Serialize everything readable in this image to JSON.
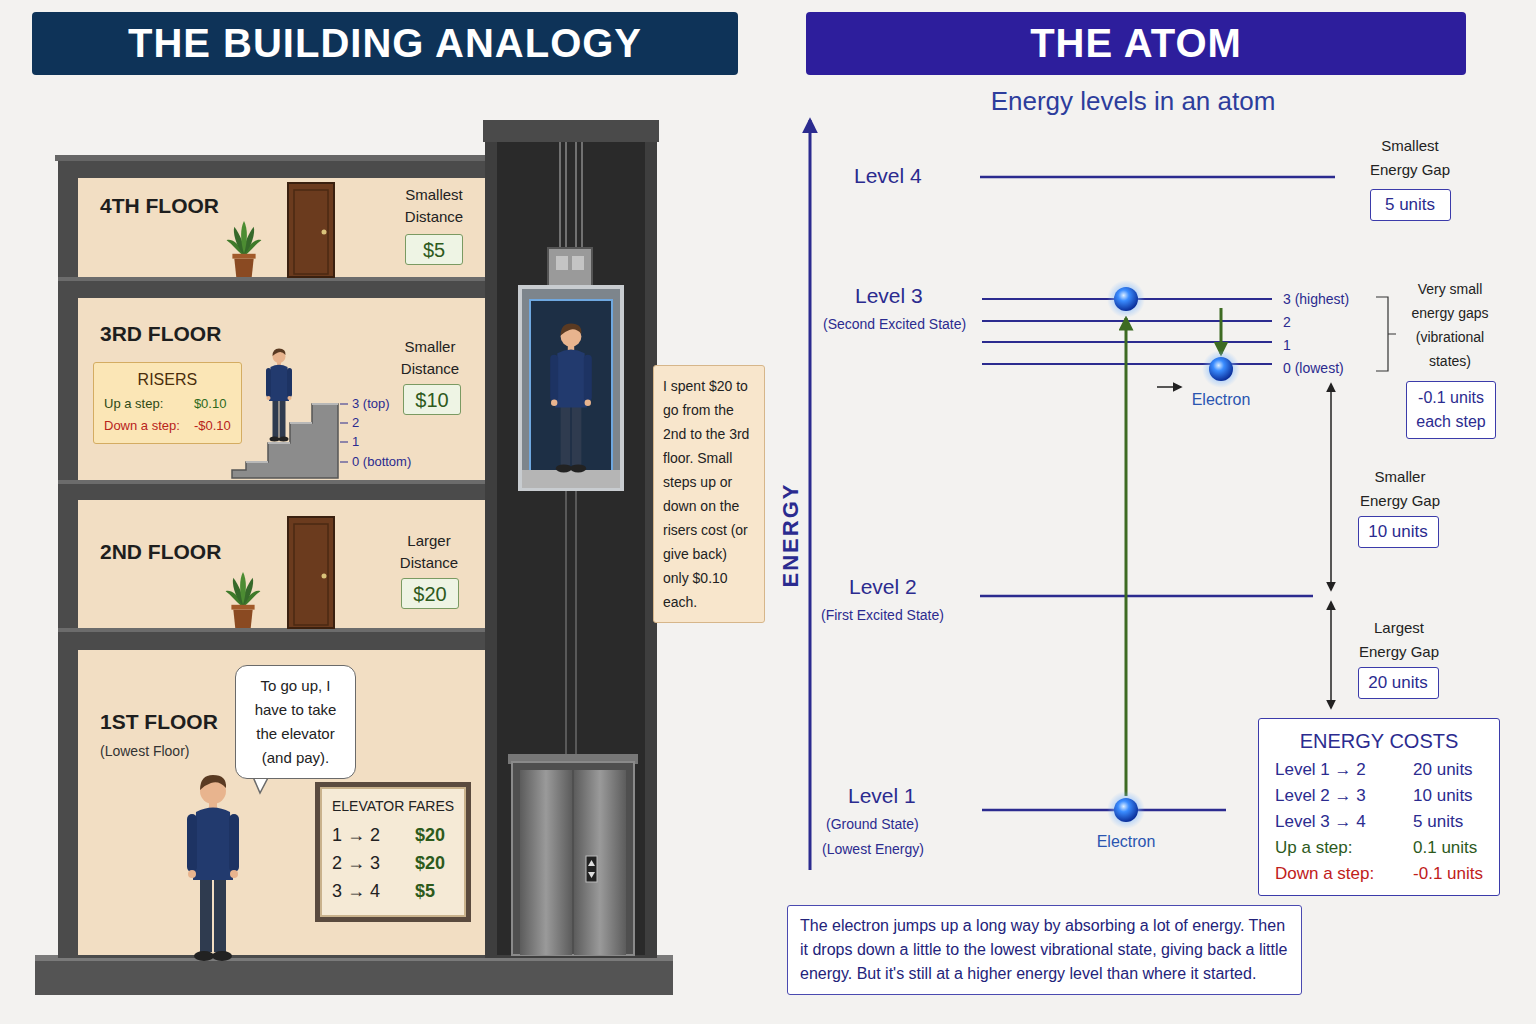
{
  "diagram": {
    "nodes": [
      {
        "text": [
          "THE BUILDING ANALOGY"
        ]
      },
      {
        "text": [
          "THE ATOM"
        ]
      },
      {
        "text": [
          "4TH FLOOR",
          "Smallest Distance"
        ]
      },
      {
        "text": [
          "$5"
        ],
        "in": 2
      },
      {
        "text": [
          "3RD FLOOR",
          "Smaller Distance"
        ]
      },
      {
        "text": [
          "RISERS",
          "Up a step:",
          "$0.10",
          "Down a step:",
          "-$0.10"
        ],
        "in": 4
      },
      {
        "text": [
          "$10"
        ],
        "in": 4
      },
      {
        "text": [
          "2ND FLOOR",
          "Larger Distance"
        ]
      },
      {
        "text": [
          "$20"
        ],
        "in": 7
      },
      {
        "text": [
          "1ST FLOOR",
          "(Lowest Floor)"
        ]
      },
      {
        "text": [
          "To go up, I have to take the elevator (and pay)."
        ],
        "in": 9
      },
      {
        "text": [
          "ELEVATOR FARES",
          "1 → 2",
          "$20",
          "2 → 3",
          "$20",
          "3 → 4",
          "$5"
        ],
        "in": 9
      },
      {
        "text": [
          "I spent $20 to go from the 2nd to the 3rd floor. Small steps up or down on the risers cost (or give back) only $0.10 each."
        ]
      },
      {
        "text": [
          "5 units"
        ]
      },
      {
        "text": [
          "-0.1 units each step"
        ]
      },
      {
        "text": [
          "10 units"
        ]
      },
      {
        "text": [
          "20 units"
        ]
      },
      {
        "text": [
          "ENERGY COSTS",
          "Level 1 → 2",
          "20 units",
          "Level 2 → 3",
          "10 units",
          "Level 3 → 4",
          "5 units",
          "Up a step:",
          "0.1 units",
          "Down a step:",
          "-0.1 units"
        ]
      },
      {
        "text": [
          "The electron jumps up a long way by absorbing a lot of energy. Then it drops down a little to the lowest vibrational state, giving back a little energy. But it's still at a higher energy level than where it started."
        ]
      }
    ],
    "labels": [
      "3 (top)",
      "2",
      "1",
      "0 (bottom)",
      "Energy levels in an atom",
      "ENERGY",
      "Level 4",
      "Smallest Energy Gap",
      "Level 3",
      "(Second Excited State)",
      "3 (highest)",
      "2",
      "1",
      "0 (lowest)",
      "Very small energy gaps (vibrational states)",
      "Electron",
      "Smaller Energy Gap",
      "Level 2",
      "(First Excited State)",
      "Largest Energy Gap",
      "Level 1",
      "(Ground State)",
      "(Lowest Energy)",
      "Electron"
    ]
  }
}
